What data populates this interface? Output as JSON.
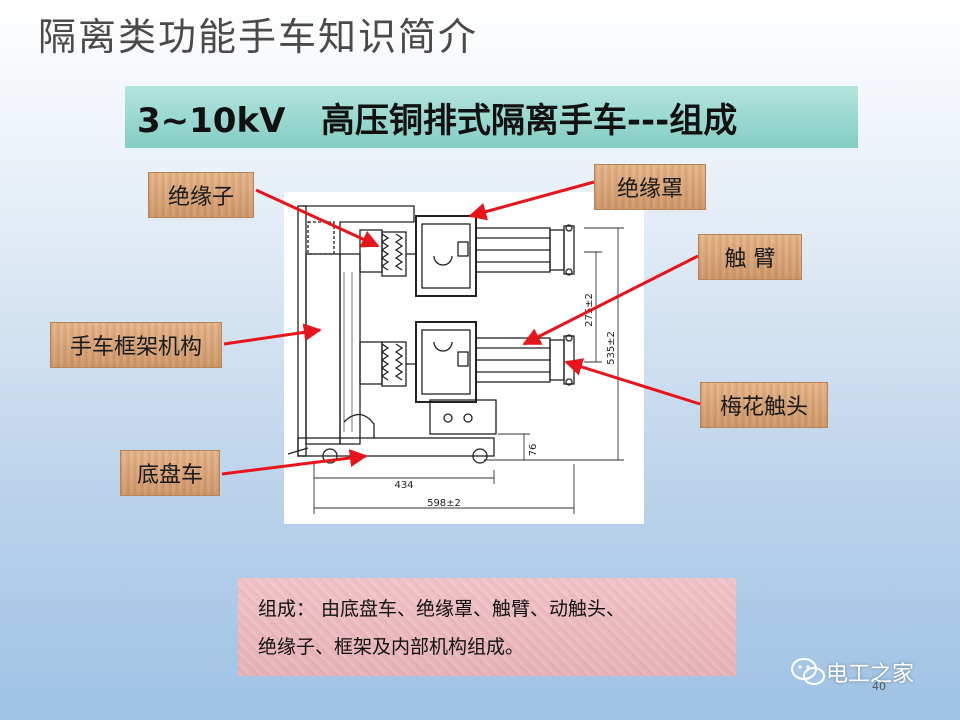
{
  "title": "隔离类功能手车知识简介",
  "banner": "3~10kV   高压铜排式隔离手车---组成",
  "labels": {
    "insulator": "绝缘子",
    "insulating_cover": "绝缘罩",
    "contact_arm": "触 臂",
    "trolley_frame": "手车框架机构",
    "plum_contact": "梅花触头",
    "chassis": "底盘车"
  },
  "dimensions": {
    "d275": "275±2",
    "d535": "535±2",
    "d76": "76",
    "d434": "434",
    "d598": "598±2"
  },
  "description": {
    "line1": "组成： 由底盘车、绝缘罩、触臂、动触头、",
    "line2": "绝缘子、框架及内部机构组成。"
  },
  "watermark": "电工之家",
  "page_number": "40",
  "colors": {
    "banner": "#9fd9d2",
    "label": "#dfa97b",
    "arrow": "#e8141c",
    "textbox": "#ebb9be"
  }
}
